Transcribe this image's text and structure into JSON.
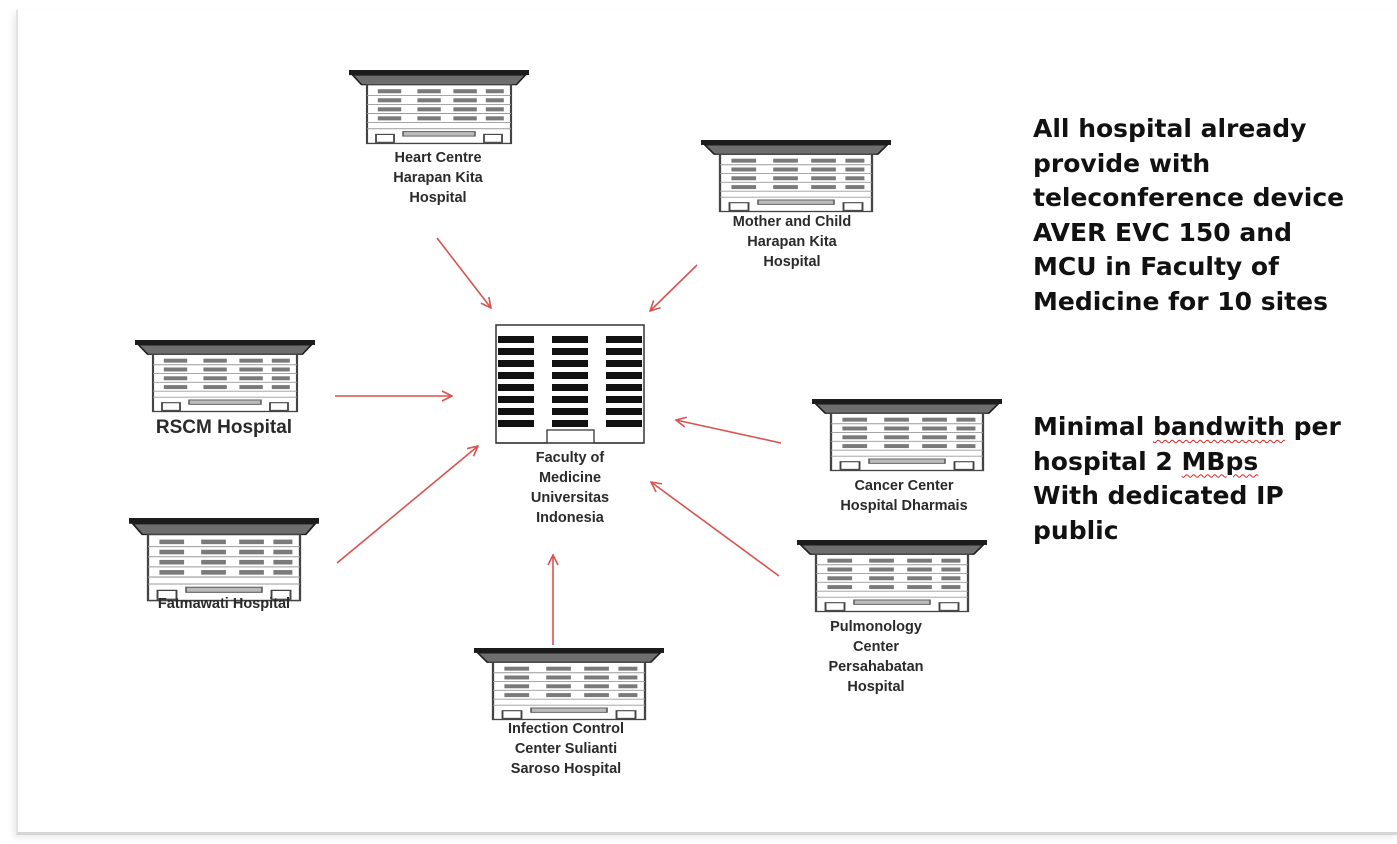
{
  "central_node": {
    "name": "faculty-of-medicine",
    "lines": [
      "Faculty of",
      "Medicine",
      "Universitas",
      "Indonesia"
    ]
  },
  "hospitals": [
    {
      "name": "heart-centre",
      "lines": [
        "Heart Centre",
        "Harapan Kita",
        "Hospital"
      ]
    },
    {
      "name": "mother-and-child",
      "lines": [
        "Mother and Child",
        "Harapan Kita",
        "Hospital"
      ]
    },
    {
      "name": "rscm",
      "lines": [
        "RSCM Hospital"
      ]
    },
    {
      "name": "fatmawati",
      "lines": [
        "Fatmawati Hospital"
      ]
    },
    {
      "name": "cancer-center",
      "lines": [
        "Cancer Center",
        "Hospital Dharmais"
      ]
    },
    {
      "name": "pulmonology-center",
      "lines": [
        "Pulmonology",
        "Center",
        "Persahabatan",
        "Hospital"
      ]
    },
    {
      "name": "infection-control",
      "lines": [
        "Infection Control",
        "Center Sulianti",
        "Saroso Hospital"
      ]
    }
  ],
  "notes": {
    "block1": [
      "All hospital already",
      "provide with",
      "teleconference device",
      "AVER EVC 150 and",
      "MCU in Faculty of",
      "Medicine for 10 sites"
    ],
    "block2": {
      "line1_pre": "Minimal ",
      "line1_flag": "bandwith",
      "line1_post": " per",
      "line2_pre": "hospital 2 ",
      "line2_flag": "MBps",
      "line3": "With dedicated IP",
      "line4": "public"
    }
  },
  "colors": {
    "arrow": "#d9534f",
    "roof": "#1c1c1c",
    "building_line": "#555555",
    "text": "#2a2a2a"
  }
}
